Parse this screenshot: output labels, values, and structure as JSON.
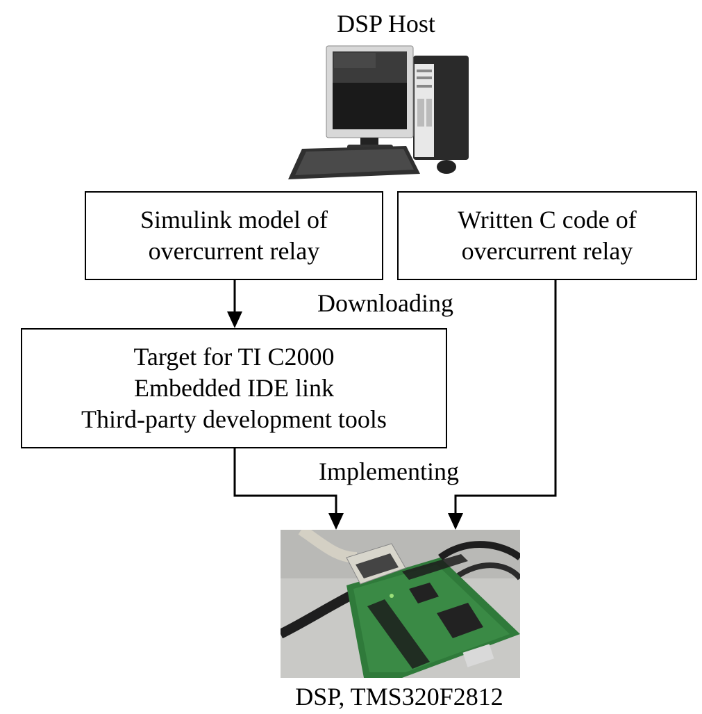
{
  "host": {
    "title": "DSP Host",
    "icon": "desktop-computer-icon"
  },
  "boxes": {
    "simulink": {
      "lines": [
        "Simulink model of",
        "overcurrent relay"
      ]
    },
    "c_code": {
      "lines": [
        "Written C code of",
        "overcurrent relay"
      ]
    },
    "target": {
      "lines": [
        "Target for TI C2000",
        "Embedded IDE link",
        "Third-party development tools"
      ]
    }
  },
  "edges": {
    "downloading": "Downloading",
    "implementing": "Implementing"
  },
  "dsp": {
    "caption": "DSP, TMS320F2812",
    "icon": "dsp-board-photo-icon"
  },
  "colors": {
    "line": "#000000",
    "background": "#ffffff",
    "board_green": "#2f7a3a"
  }
}
